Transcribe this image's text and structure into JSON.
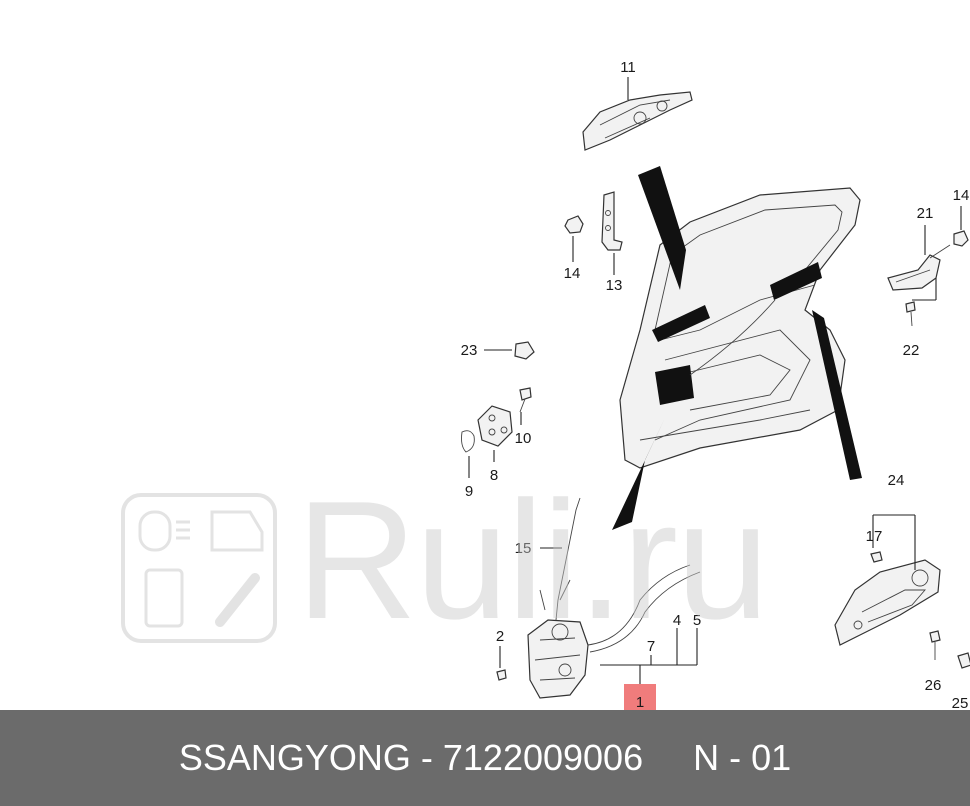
{
  "diagram": {
    "callouts": [
      "11",
      "14",
      "13",
      "14",
      "21",
      "22",
      "23",
      "10",
      "8",
      "9",
      "24",
      "17",
      "15",
      "2",
      "4",
      "5",
      "7",
      "1",
      "26",
      "25"
    ],
    "highlight_color": "#f07c7c"
  },
  "watermark": {
    "text": "Ruli.ru"
  },
  "footer": {
    "text": "SSANGYONG - 7122009006     N - 01",
    "background": "#6b6b6b"
  }
}
